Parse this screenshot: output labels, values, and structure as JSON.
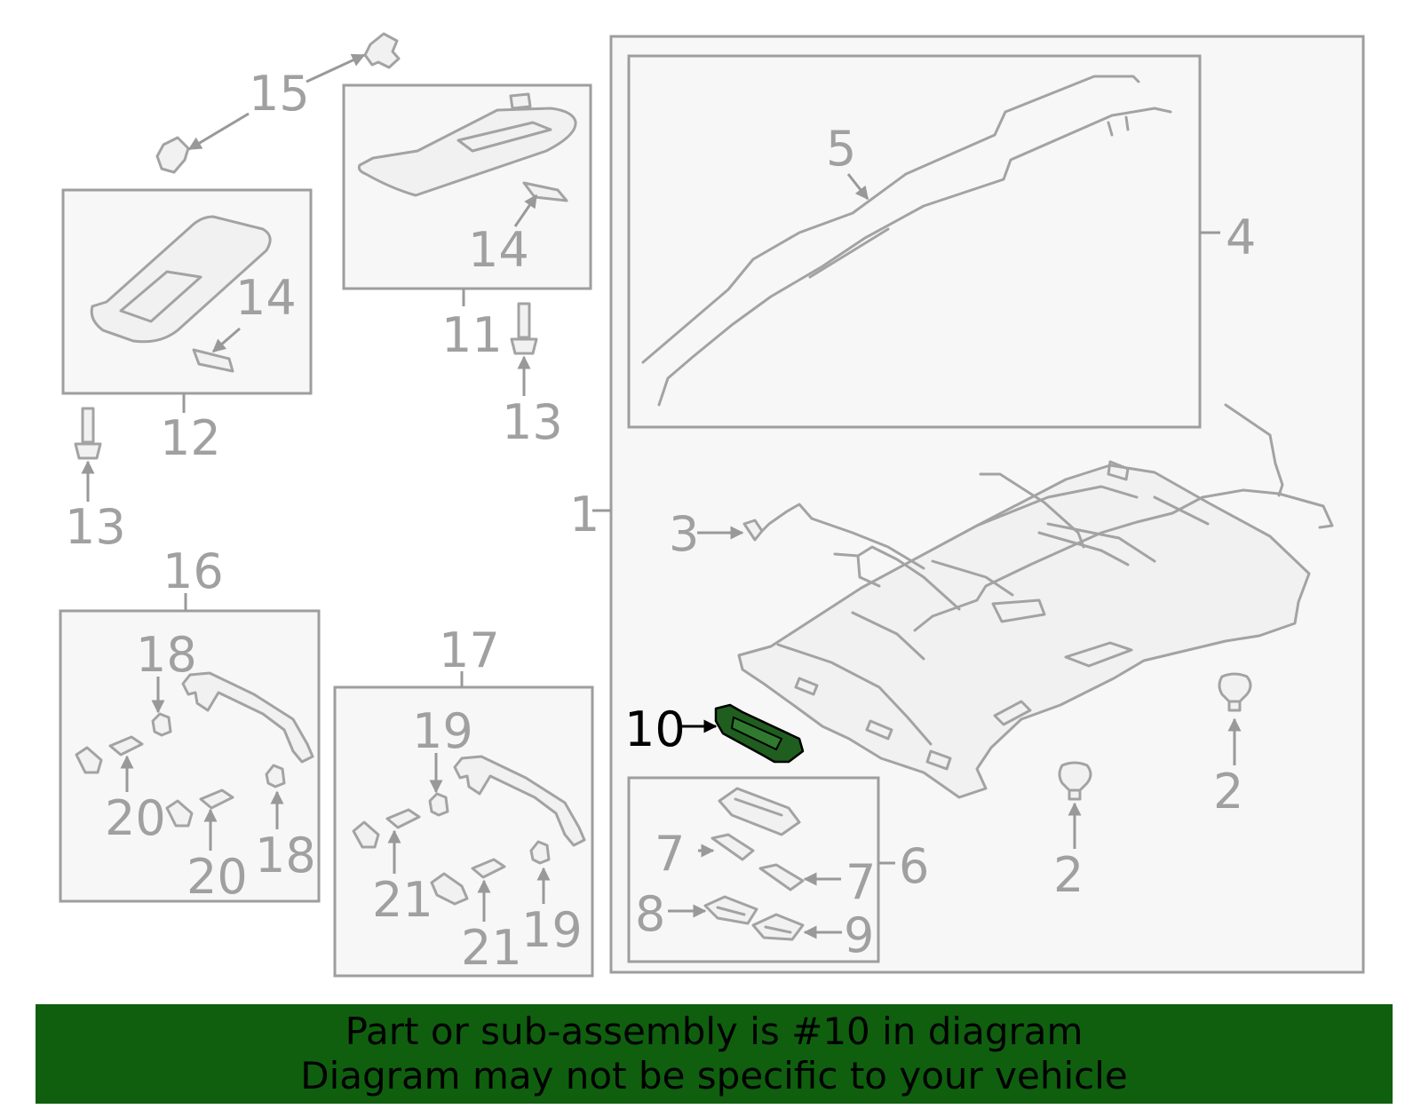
{
  "callouts": {
    "c1": "1",
    "c2a": "2",
    "c2b": "2",
    "c3": "3",
    "c4": "4",
    "c5": "5",
    "c6": "6",
    "c7a": "7",
    "c7b": "7",
    "c8": "8",
    "c9": "9",
    "c10": "10",
    "c11": "11",
    "c12": "12",
    "c13a": "13",
    "c13b": "13",
    "c14a": "14",
    "c14b": "14",
    "c15": "15",
    "c16": "16",
    "c17": "17",
    "c18a": "18",
    "c18b": "18",
    "c19a": "19",
    "c19b": "19",
    "c20a": "20",
    "c20b": "20",
    "c21a": "21",
    "c21b": "21"
  },
  "banner": {
    "line1": "Part or sub-assembly is #10 in diagram",
    "line2": "Diagram may not be specific to your vehicle"
  },
  "colors": {
    "banner_bg": "#0f5f0f",
    "highlight_part": "#1f5e1f",
    "line_gray": "#a3a3a3"
  }
}
